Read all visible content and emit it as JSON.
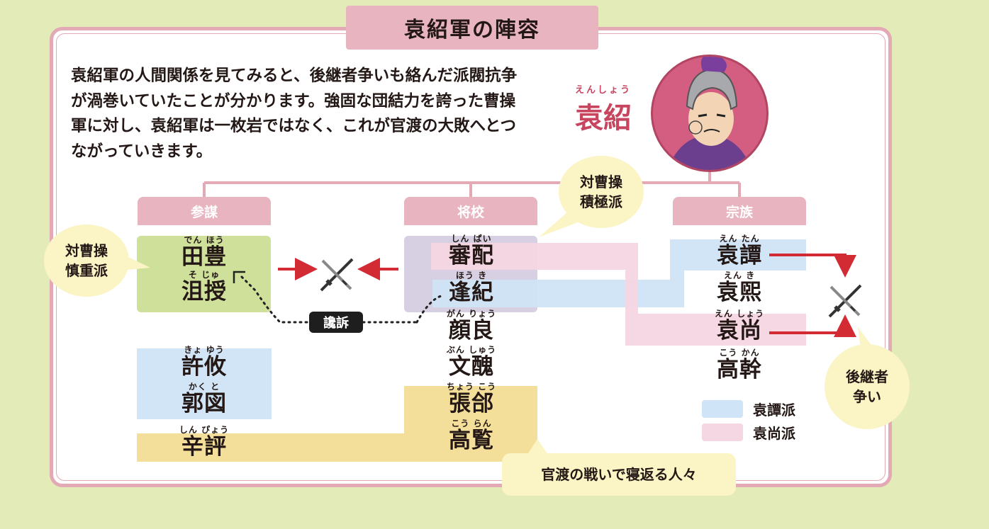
{
  "title": "袁紹軍の陣容",
  "intro": "袁紹軍の人間関係を見てみると、後継者争いも絡んだ派閥抗争が渦巻いていたことが分かります。強固な団結力を誇った曹操軍に対し、袁紹軍は一枚岩ではなく、これが官渡の大敗へとつながっていきます。",
  "leader": {
    "ruby": "えんしょう",
    "name": "袁紹"
  },
  "categories": {
    "sanbou": "参謀",
    "shoukou": "将校",
    "souzoku": "宗族"
  },
  "people": {
    "denpou": {
      "ruby": "でん ほう",
      "name": "田豊"
    },
    "soju": {
      "ruby": "そ じゅ",
      "name": "沮授"
    },
    "kyoyu": {
      "ruby": "きょ ゆう",
      "name": "許攸"
    },
    "kakuto": {
      "ruby": "かく と",
      "name": "郭図"
    },
    "shinpyou": {
      "ruby": "しん ぴょう",
      "name": "辛評"
    },
    "shinpai": {
      "ruby": "しん ぱい",
      "name": "審配"
    },
    "houki": {
      "ruby": "ほう き",
      "name": "逢紀"
    },
    "ganryou": {
      "ruby": "がん りょう",
      "name": "顔良"
    },
    "bunshuu": {
      "ruby": "ぶん しゅう",
      "name": "文醜"
    },
    "choukou": {
      "ruby": "ちょう こう",
      "name": "張郃"
    },
    "kouran": {
      "ruby": "こう らん",
      "name": "高覧"
    },
    "entan": {
      "ruby": "えん たん",
      "name": "袁譚"
    },
    "enki": {
      "ruby": "えん き",
      "name": "袁煕"
    },
    "enshou": {
      "ruby": "えん しょう",
      "name": "袁尚"
    },
    "koukan": {
      "ruby": "こう かん",
      "name": "高幹"
    }
  },
  "bubbles": {
    "cautious": "対曹操\n慎重派",
    "active": "対曹操\n積極派",
    "succession": "後継者\n争い",
    "defectors": "官渡の戦いで寝返る人々"
  },
  "slander_label": "讒訴",
  "legend": [
    {
      "label": "袁譚派",
      "color": "#cfe4f6"
    },
    {
      "label": "袁尚派",
      "color": "#f5d6e3"
    }
  ],
  "icons": [
    "crossed-swords-icon",
    "arrow-icon"
  ]
}
